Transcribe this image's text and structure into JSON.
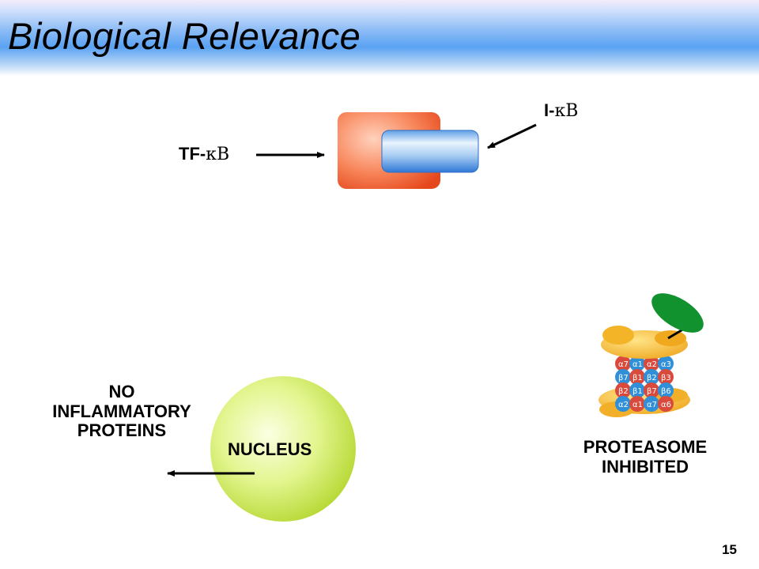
{
  "slide": {
    "title": "Biological Relevance",
    "page_number": "15"
  },
  "labels": {
    "tf_prefix": "TF-",
    "tf_greek": "κB",
    "i_prefix": "I-",
    "i_greek": "κB",
    "nucleus": "NUCLEUS",
    "no_line1": "NO",
    "no_line2": "INFLAMMATORY",
    "no_line3": "PROTEINS",
    "proteasome_line1": "PROTEASOME",
    "proteasome_line2": "INHIBITED"
  },
  "proteasome_subunits": {
    "rows": [
      [
        "α7",
        "α1",
        "α2",
        "α3"
      ],
      [
        "β7",
        "β1",
        "β2",
        "β3"
      ],
      [
        "β2",
        "β1",
        "β7",
        "β6"
      ],
      [
        "α2",
        "α1",
        "α7",
        "α6"
      ]
    ]
  },
  "colors": {
    "tf_box": "#f05a2a",
    "ikb_box": "#3d86e0",
    "nucleus": "#c6e83a",
    "inhibitor": "#12922f",
    "proteasome_cap": "#f4b428",
    "subunit_red": "#d94a3c",
    "subunit_blue": "#2f8fd8"
  }
}
